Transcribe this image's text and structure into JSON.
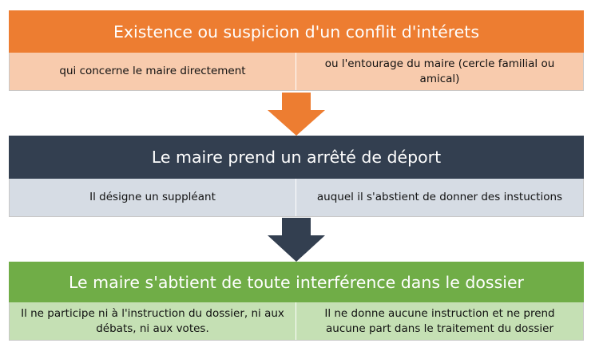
{
  "steps": [
    {
      "title": "Existence ou suspicion d'un conflit d'intérets",
      "header_color": "#ED7D31",
      "cell_color": "#F8CBAD",
      "cells": [
        "qui concerne le maire directement",
        "ou l'entourage du maire (cercle familial ou amical)"
      ]
    },
    {
      "title": "Le maire prend un arrêté de déport",
      "header_color": "#333F50",
      "cell_color": "#D6DCE4",
      "cells": [
        "Il désigne un suppléant",
        "auquel il s'abstient de donner des instuctions"
      ]
    },
    {
      "title": "Le maire s'abtient de toute interférence dans le dossier",
      "header_color": "#70AD47",
      "cell_color": "#C5E0B4",
      "cells": [
        "Il ne participe ni à l'instruction du dossier, ni aux débats, ni aux votes.",
        "Il ne donne aucune instruction et ne prend aucune part dans le traitement du dossier"
      ]
    }
  ],
  "arrows": [
    {
      "color": "#ED7D31"
    },
    {
      "color": "#333F50"
    }
  ]
}
